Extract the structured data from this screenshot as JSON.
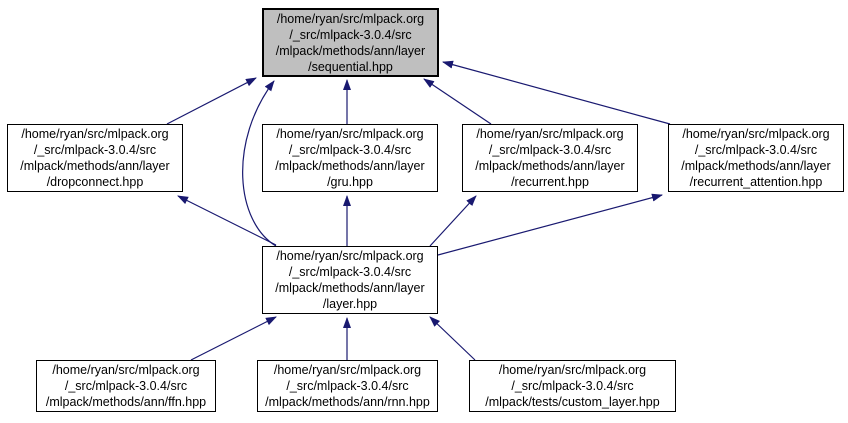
{
  "colors": {
    "edge_color": "#191970",
    "node_fill": "#ffffff",
    "node_border": "#000000",
    "highlight_fill": "#bfbfbf",
    "text_color": "#000000",
    "bg_color": "#ffffff"
  },
  "diagram_type": "doxygen-include-dependency-graph",
  "nodes": [
    {
      "id": "sequential",
      "highlighted": true,
      "lines": [
        "/home/ryan/src/mlpack.org",
        "/_src/mlpack-3.0.4/src",
        "/mlpack/methods/ann/layer",
        "/sequential.hpp"
      ]
    },
    {
      "id": "dropconnect",
      "highlighted": false,
      "lines": [
        "/home/ryan/src/mlpack.org",
        "/_src/mlpack-3.0.4/src",
        "/mlpack/methods/ann/layer",
        "/dropconnect.hpp"
      ]
    },
    {
      "id": "gru",
      "highlighted": false,
      "lines": [
        "/home/ryan/src/mlpack.org",
        "/_src/mlpack-3.0.4/src",
        "/mlpack/methods/ann/layer",
        "/gru.hpp"
      ]
    },
    {
      "id": "recurrent",
      "highlighted": false,
      "lines": [
        "/home/ryan/src/mlpack.org",
        "/_src/mlpack-3.0.4/src",
        "/mlpack/methods/ann/layer",
        "/recurrent.hpp"
      ]
    },
    {
      "id": "recurrent_attention",
      "highlighted": false,
      "lines": [
        "/home/ryan/src/mlpack.org",
        "/_src/mlpack-3.0.4/src",
        "/mlpack/methods/ann/layer",
        "/recurrent_attention.hpp"
      ]
    },
    {
      "id": "layer",
      "highlighted": false,
      "lines": [
        "/home/ryan/src/mlpack.org",
        "/_src/mlpack-3.0.4/src",
        "/mlpack/methods/ann/layer",
        "/layer.hpp"
      ]
    },
    {
      "id": "ffn",
      "highlighted": false,
      "lines": [
        "/home/ryan/src/mlpack.org",
        "/_src/mlpack-3.0.4/src",
        "/mlpack/methods/ann/ffn.hpp"
      ]
    },
    {
      "id": "rnn",
      "highlighted": false,
      "lines": [
        "/home/ryan/src/mlpack.org",
        "/_src/mlpack-3.0.4/src",
        "/mlpack/methods/ann/rnn.hpp"
      ]
    },
    {
      "id": "custom_layer",
      "highlighted": false,
      "lines": [
        "/home/ryan/src/mlpack.org",
        "/_src/mlpack-3.0.4/src",
        "/mlpack/tests/custom_layer.hpp"
      ]
    }
  ],
  "edges": [
    "dropconnect -> sequential",
    "layer -> sequential",
    "gru -> sequential",
    "recurrent -> sequential",
    "recurrent_attention -> sequential",
    "layer -> dropconnect",
    "layer -> gru",
    "layer -> recurrent",
    "layer -> recurrent_attention",
    "ffn -> layer",
    "rnn -> layer",
    "custom_layer -> layer"
  ]
}
